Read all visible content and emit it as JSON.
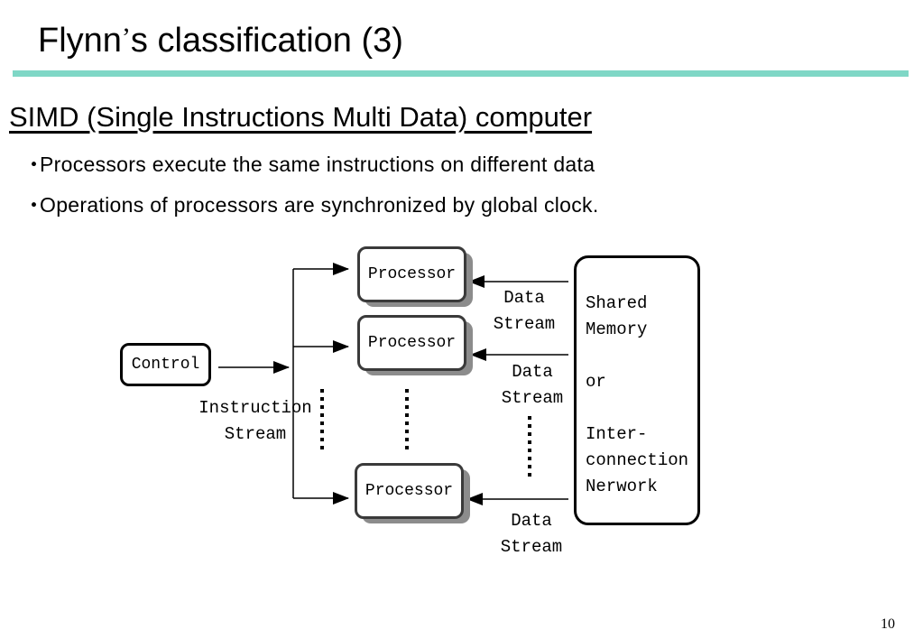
{
  "slide": {
    "title_pre": "Flynn",
    "title_apos": "’",
    "title_post": "s classification (3)",
    "heading": "SIMD (Single Instructions Multi Data) computer",
    "bullet_mark": "・",
    "bullets": [
      "Processors execute the same instructions on different data",
      "Operations of processors are synchronized by global clock."
    ],
    "page_number": "10"
  },
  "diagram": {
    "control": "Control",
    "instruction_stream": [
      "Instruction",
      "Stream"
    ],
    "processors": [
      "Processor",
      "Processor",
      "Processor"
    ],
    "data_stream": [
      "Data",
      "Stream"
    ],
    "memory_lines": [
      "Shared",
      "Memory",
      "",
      "or",
      "",
      "Inter-",
      "connection",
      "Nerwork"
    ]
  }
}
